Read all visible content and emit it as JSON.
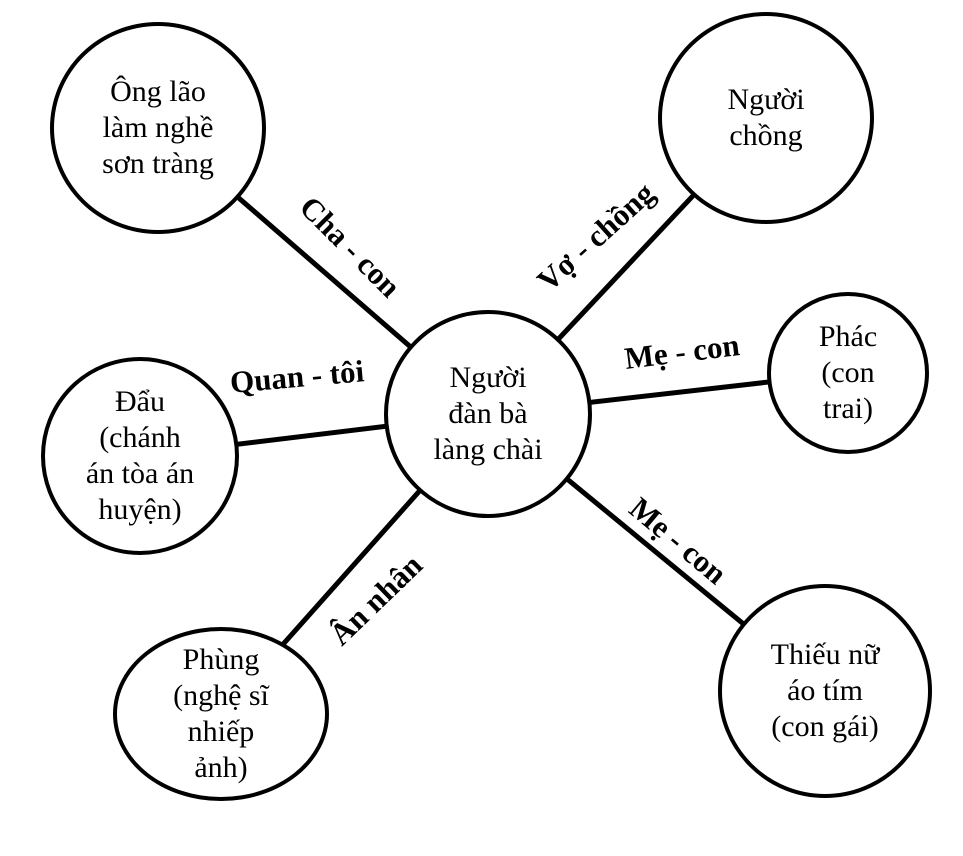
{
  "diagram": {
    "colors": {
      "stroke": "#000000",
      "background": "#ffffff"
    },
    "center_node": {
      "lines": [
        "Người",
        "đàn bà",
        "làng chài"
      ]
    },
    "nodes": {
      "ong_lao": {
        "lines": [
          "Ông lão",
          "làm nghề",
          "sơn tràng"
        ]
      },
      "nguoi_chong": {
        "lines": [
          "Người",
          "chồng"
        ]
      },
      "phac": {
        "lines": [
          "Phác",
          "(con",
          "trai)"
        ]
      },
      "thieu_nu": {
        "lines": [
          "Thiếu nữ",
          "áo tím",
          "(con gái)"
        ]
      },
      "phung": {
        "lines": [
          "Phùng",
          "(nghệ sĩ",
          "nhiếp",
          "ảnh)"
        ]
      },
      "dau": {
        "lines": [
          "Đẩu",
          "(chánh",
          "án tòa án",
          "huyện)"
        ]
      }
    },
    "edge_labels": {
      "cha_con": "Cha - con",
      "vo_chong": "Vợ - chồng",
      "me_con_right": "Mẹ - con",
      "quan_toi": "Quan - tôi",
      "an_nhan": "Ân nhân",
      "me_con_bottom": "Mẹ - con"
    }
  }
}
